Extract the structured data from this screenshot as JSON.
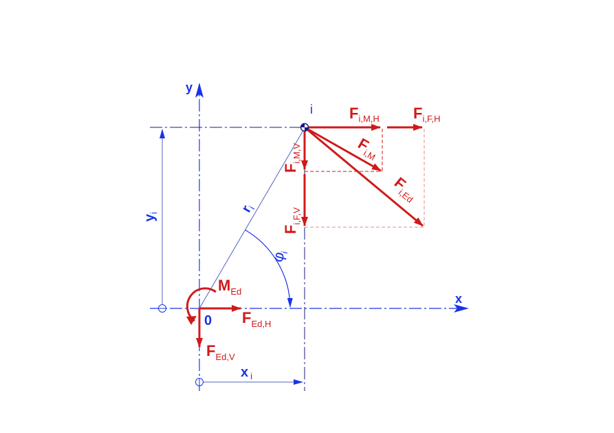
{
  "colors": {
    "force": "#d01919",
    "force_light": "#e88a8a",
    "geometry": "#1a33e6",
    "centerline": "#1a1a80",
    "thin": "#5060c0"
  },
  "axes": {
    "x_label": "x",
    "y_label": "y"
  },
  "origin": {
    "label": "0",
    "moment": {
      "main": "M",
      "sub": "Ed"
    }
  },
  "point": {
    "label": "i"
  },
  "dimensions": {
    "x": {
      "main": "x",
      "sub": "i"
    },
    "y": {
      "main": "y",
      "sub": "i"
    },
    "r": {
      "main": "r",
      "sub": "i"
    },
    "phi": {
      "main": "φ",
      "sub": "i"
    }
  },
  "forces": {
    "ed_h": {
      "main": "F",
      "sub": "Ed,H"
    },
    "ed_v": {
      "main": "F",
      "sub": "Ed,V"
    },
    "i_m_h": {
      "main": "F",
      "sub": "i,M,H"
    },
    "i_f_h": {
      "main": "F",
      "sub": "i,F,H"
    },
    "i_m": {
      "main": "F",
      "sub": "i,M"
    },
    "i_ed": {
      "main": "F",
      "sub": "i,Ed"
    },
    "i_m_v": {
      "main": "F",
      "sub": "i,M,V"
    },
    "i_f_v": {
      "main": "F",
      "sub": "i,F,V"
    }
  }
}
